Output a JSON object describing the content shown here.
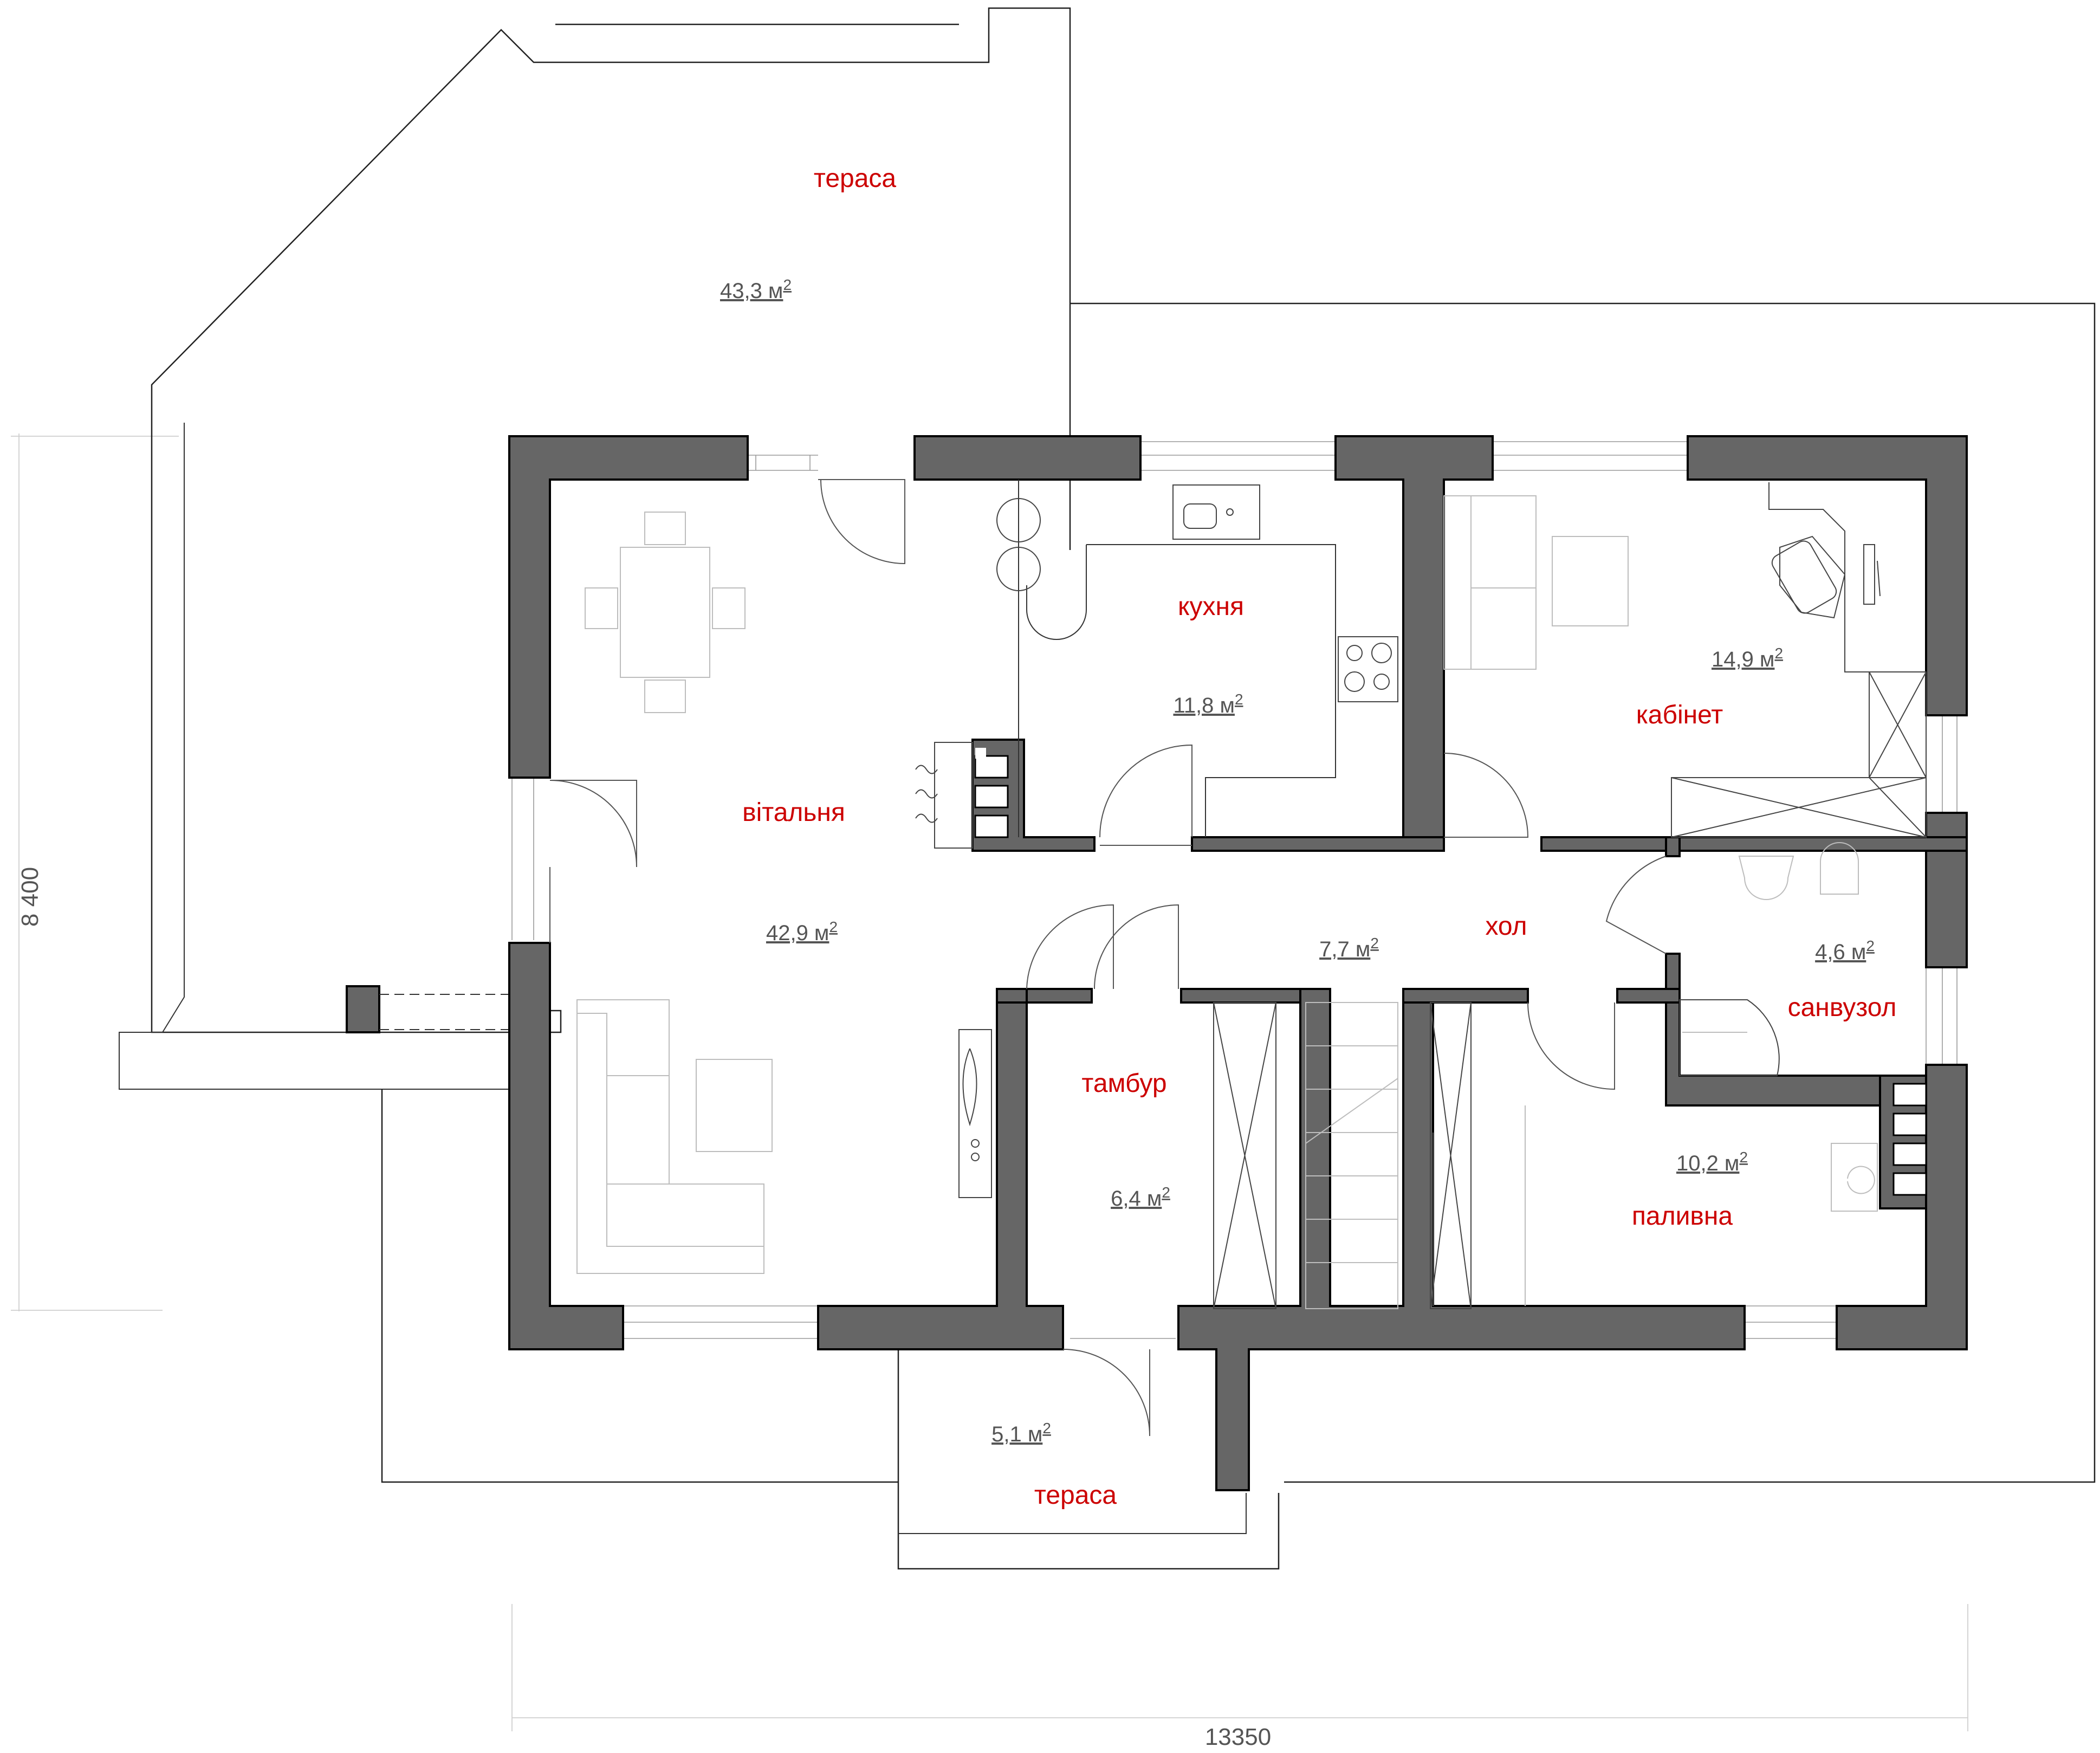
{
  "rooms": [
    {
      "id": "terrace-top",
      "name": "тераса",
      "area": "43,3 м",
      "unit_sup": "2"
    },
    {
      "id": "living",
      "name": "вітальня",
      "area": "42,9 м",
      "unit_sup": "2"
    },
    {
      "id": "kitchen",
      "name": "кухня",
      "area": "11,8 м",
      "unit_sup": "2"
    },
    {
      "id": "study",
      "name": "кабінет",
      "area": "14,9 м",
      "unit_sup": "2"
    },
    {
      "id": "hall",
      "name": "хол",
      "area": "7,7 м",
      "unit_sup": "2"
    },
    {
      "id": "bathroom",
      "name": "санвузол",
      "area": "4,6 м",
      "unit_sup": "2"
    },
    {
      "id": "vestibule",
      "name": "тамбур",
      "area": "6,4 м",
      "unit_sup": "2"
    },
    {
      "id": "boiler",
      "name": "паливна",
      "area": "10,2 м",
      "unit_sup": "2"
    },
    {
      "id": "terrace-bottom",
      "name": "тераса",
      "area": "5,1 м",
      "unit_sup": "2"
    }
  ],
  "dimensions": {
    "width": "13350",
    "height": "8 400"
  },
  "colors": {
    "wall": "#666666",
    "room_label": "#cc0000",
    "area_label": "#555555"
  }
}
